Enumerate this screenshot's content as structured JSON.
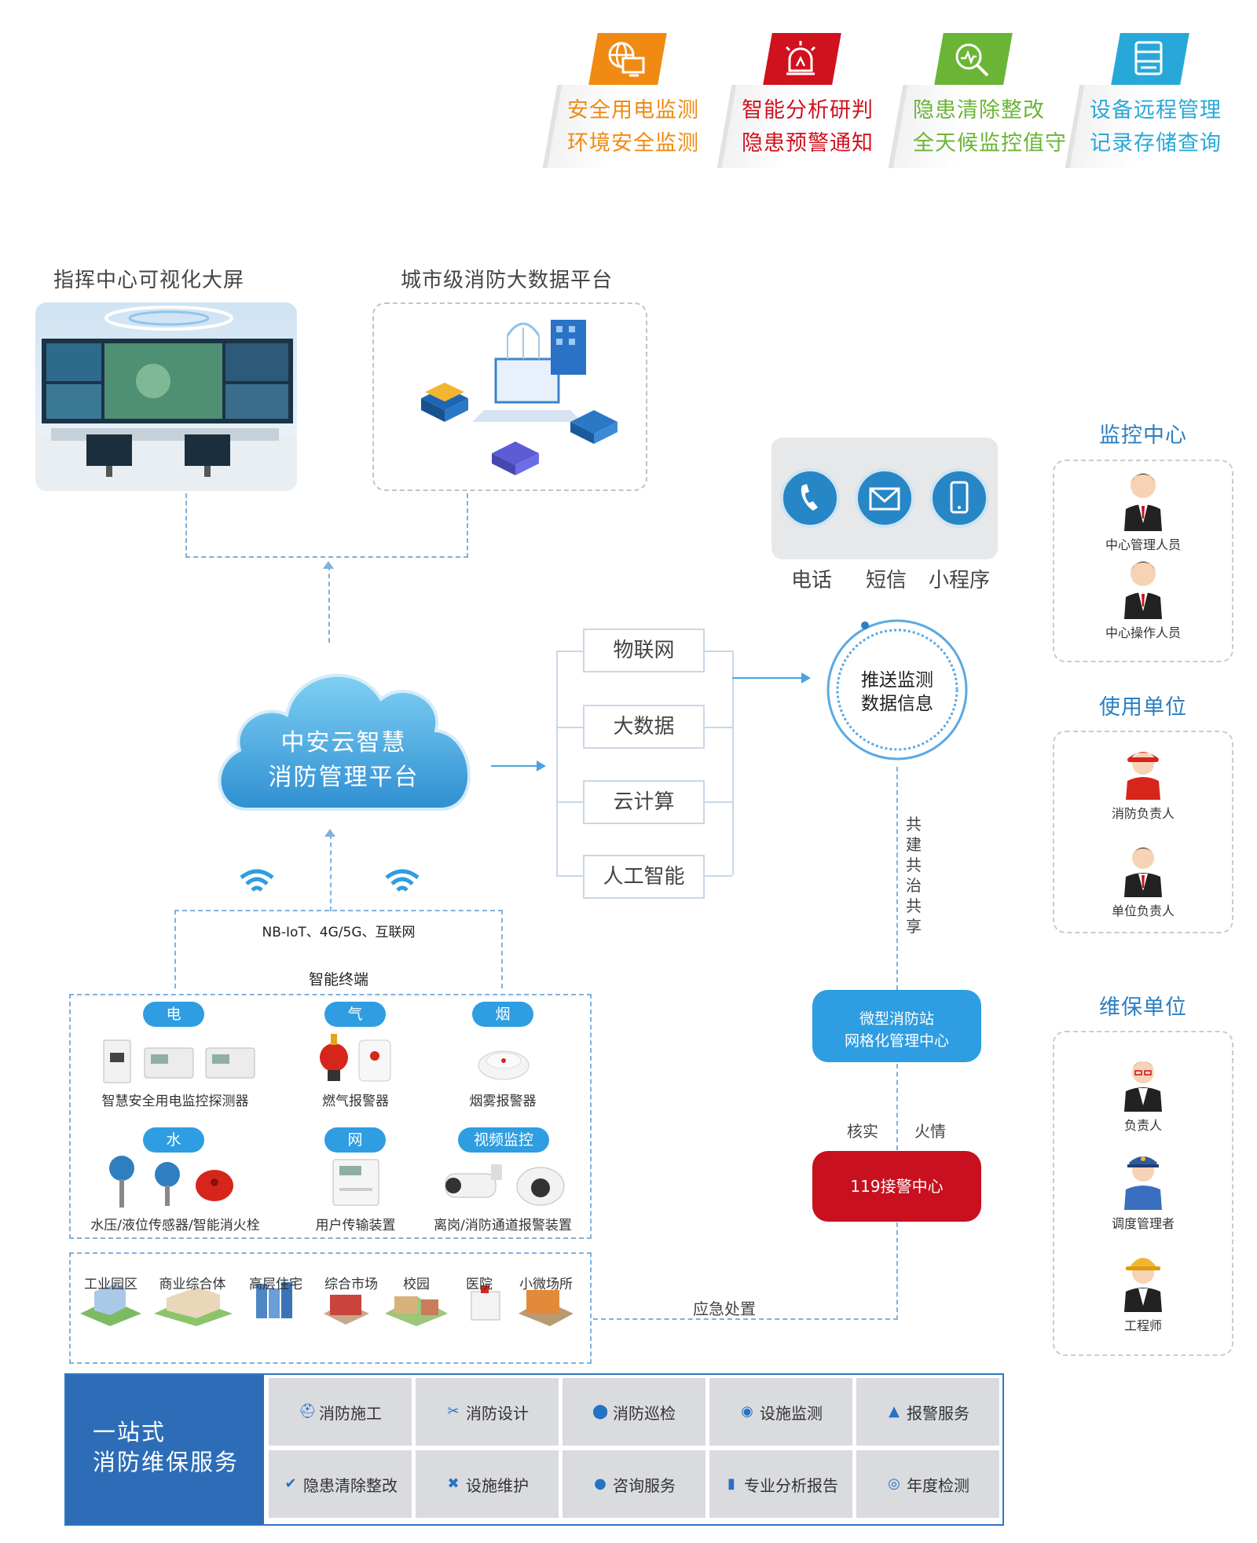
{
  "features": [
    {
      "line1": "安全用电监测",
      "line2": "环境安全监测",
      "icon": "monitor-globe-icon",
      "color": "#f08a12"
    },
    {
      "line1": "智能分析研判",
      "line2": "隐患预警通知",
      "icon": "alarm-siren-icon",
      "color": "#d0111e"
    },
    {
      "line1": "隐患清除整改",
      "line2": "全天候监控值守",
      "icon": "magnifier-search-icon",
      "color": "#6ab536"
    },
    {
      "line1": "设备远程管理",
      "line2": "记录存储查询",
      "icon": "server-device-icon",
      "color": "#28a8d8"
    }
  ],
  "command_center": {
    "title": "指挥中心可视化大屏"
  },
  "bigdata": {
    "title": "城市级消防大数据平台"
  },
  "cloud": {
    "line1": "中安云智慧",
    "line2": "消防管理平台"
  },
  "tech_items": [
    "物联网",
    "大数据",
    "云计算",
    "人工智能"
  ],
  "contact_channels": [
    {
      "label": "电话",
      "icon": "phone-icon"
    },
    {
      "label": "短信",
      "icon": "envelope-icon"
    },
    {
      "label": "小程序",
      "icon": "mobile-phone-icon"
    }
  ],
  "push_circle": {
    "line1": "推送监测",
    "line2": "数据信息"
  },
  "vertical_text": "共建共治共享",
  "micro_station": {
    "line1": "微型消防站",
    "line2": "网格化管理中心"
  },
  "verify_label": "核实",
  "fire_label": "火情",
  "alarm_119": "119接警中心",
  "emergency_label": "应急处置",
  "network_label": "NB-IoT、4G/5G、互联网",
  "terminals_title": "智能终端",
  "terminal_groups": [
    {
      "tag": "电",
      "device": "智慧安全用电监控探测器"
    },
    {
      "tag": "气",
      "device": "燃气报警器"
    },
    {
      "tag": "烟",
      "device": "烟雾报警器"
    },
    {
      "tag": "水",
      "device": "水压/液位传感器/智能消火栓"
    },
    {
      "tag": "网",
      "device": "用户传输装置"
    },
    {
      "tag": "视频监控",
      "device": "离岗/消防通道报警装置"
    }
  ],
  "places": [
    "工业园区",
    "商业综合体",
    "高层住宅",
    "综合市场",
    "校园",
    "医院",
    "小微场所"
  ],
  "person_groups": [
    {
      "title": "监控中心",
      "people": [
        "中心管理人员",
        "中心操作人员"
      ]
    },
    {
      "title": "使用单位",
      "people": [
        "消防负责人",
        "单位负责人"
      ]
    },
    {
      "title": "维保单位",
      "people": [
        "负责人",
        "调度管理者",
        "工程师"
      ]
    }
  ],
  "services_title": {
    "line1": "一站式",
    "line2": "消防维保服务"
  },
  "services": [
    {
      "label": "消防施工",
      "icon": "construction-icon"
    },
    {
      "label": "消防设计",
      "icon": "design-tools-icon"
    },
    {
      "label": "消防巡检",
      "icon": "location-pin-icon"
    },
    {
      "label": "设施监测",
      "icon": "camera-monitor-icon"
    },
    {
      "label": "报警服务",
      "icon": "alarm-light-icon"
    },
    {
      "label": "隐患清除整改",
      "icon": "shield-check-icon"
    },
    {
      "label": "设施维护",
      "icon": "wrench-icon"
    },
    {
      "label": "咨询服务",
      "icon": "chat-bubble-icon"
    },
    {
      "label": "专业分析报告",
      "icon": "bar-chart-icon"
    },
    {
      "label": "年度检测",
      "icon": "pulse-gauge-icon"
    }
  ]
}
